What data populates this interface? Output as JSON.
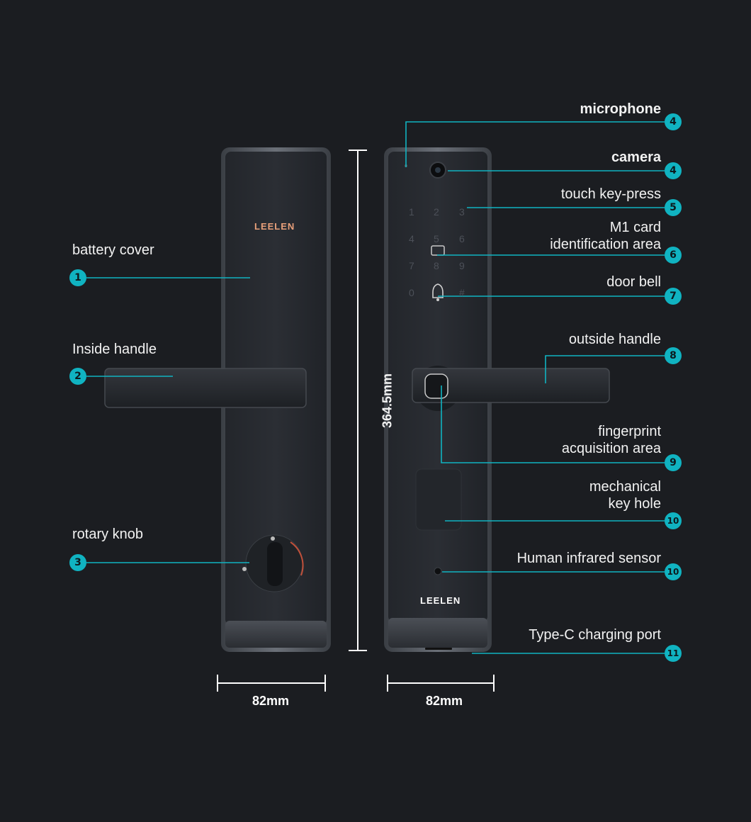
{
  "brand": "LEELEN",
  "keypad": {
    "keys": [
      "1",
      "2",
      "3",
      "4",
      "5",
      "6",
      "7",
      "8",
      "9",
      "0",
      "#"
    ]
  },
  "labels": {
    "battery_cover": {
      "text": "battery cover",
      "num": "1"
    },
    "inside_handle": {
      "text": "Inside handle",
      "num": "2"
    },
    "rotary_knob": {
      "text": "rotary knob",
      "num": "3"
    },
    "microphone": {
      "text": "microphone",
      "num": "4"
    },
    "camera": {
      "text": "camera",
      "num": "4"
    },
    "touch_key": {
      "text": "touch key-press",
      "num": "5"
    },
    "m1_card": {
      "line1": "M1 card",
      "line2": "identification area",
      "num": "6"
    },
    "door_bell": {
      "text": "door bell",
      "num": "7"
    },
    "outside_handle": {
      "text": "outside handle",
      "num": "8"
    },
    "fingerprint": {
      "line1": "fingerprint",
      "line2": "acquisition area",
      "num": "9"
    },
    "key_hole": {
      "line1": "mechanical",
      "line2": "key hole",
      "num": "10"
    },
    "infrared": {
      "text": "Human infrared sensor",
      "num": "10"
    },
    "type_c": {
      "text": "Type-C charging port",
      "num": "11"
    }
  },
  "dimensions": {
    "height": "364.5mm",
    "width_left": "82mm",
    "width_right": "82mm"
  },
  "colors": {
    "accent": "#10b3c1",
    "background": "#1b1d21",
    "panel": "#24272c",
    "frame": "#5a5f66"
  }
}
